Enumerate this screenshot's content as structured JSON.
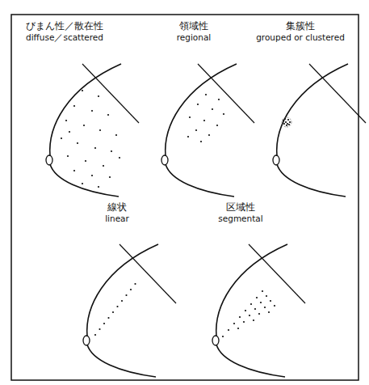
{
  "diagram": {
    "labels": [
      "びまん性／散在性",
      "diffuse／scattered",
      "領域性",
      "regional",
      "集簇性",
      "grouped or clustered",
      "線状",
      "linear",
      "区域性",
      "segmental"
    ]
  }
}
